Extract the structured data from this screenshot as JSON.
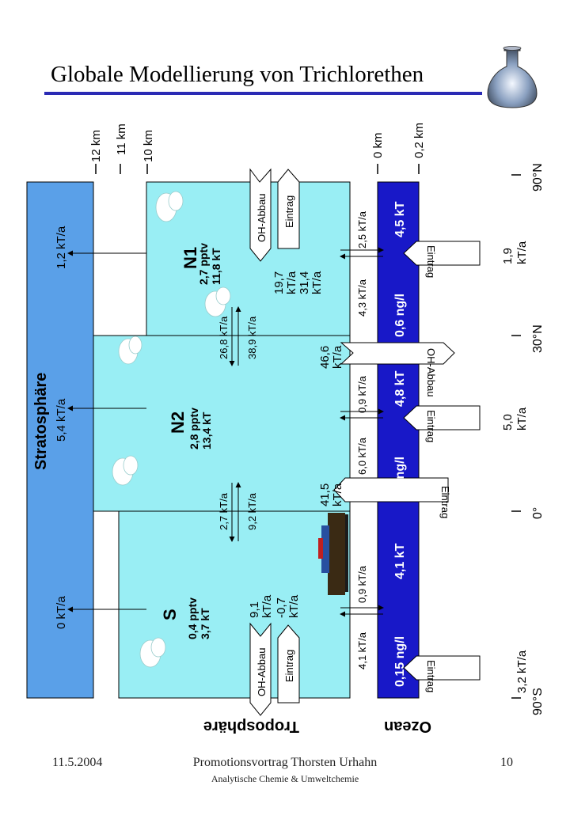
{
  "header": {
    "title": "Globale Modellierung von Trichlorethen",
    "logo_icon": "flask-icon"
  },
  "altitudes": [
    "12 km",
    "11 km",
    "10 km",
    "0 km",
    "0,2 km"
  ],
  "latitudes": [
    "90°N",
    "30°N",
    "0°",
    "90°S"
  ],
  "stratosphere": {
    "label": "Stratosphäre",
    "flux_n1": "1,2 kT/a",
    "flux_n2": "5,4 kT/a",
    "flux_s": "0 kT/a"
  },
  "boxes": {
    "n1": {
      "name": "N1",
      "conc": "2,7 pptv",
      "mass": "11,8 kT"
    },
    "n2": {
      "name": "N2",
      "conc": "2,8 pptv",
      "mass": "13,4 kT"
    },
    "s": {
      "name": "S",
      "conc": "0,4 pptv",
      "mass": "3,7 kT"
    }
  },
  "exchange": {
    "n1_n2_a": "26,8 kT/a",
    "n1_n2_b": "38,9 kT/a",
    "n2_s_a": "2,7 kT/a",
    "n2_s_b": "9,2 kT/a"
  },
  "processes": {
    "oh_abbau": "OH-Abbau",
    "eintrag": "Eintrag",
    "n1_oh_value": "19,7",
    "n1_oh_unit": "kT/a",
    "n1_ein_value": "31,4",
    "n1_ein_unit": "kT/a",
    "n2_oh_value": "46,6",
    "n2_oh_unit": "kT/a",
    "n2_ein_value": "41,5",
    "n2_ein_unit": "kT/a",
    "s_oh_value": "9,1",
    "s_oh_unit": "kT/a",
    "s_ein_value": "-0,7",
    "s_ein_unit": "kT/a"
  },
  "air_sea": {
    "n1_a": "2,5 kT/a",
    "n1_b": "4,3 kT/a",
    "n2_a": "0,9 kT/a",
    "n2_b": "6,0 kT/a",
    "s_a": "0,9 kT/a",
    "s_b": "4,1 kT/a"
  },
  "ocean": {
    "label": "Ozean",
    "n1_mass": "4,5 kT",
    "n1_conc": "0,6 ng/l",
    "n2_mass": "4,8 kT",
    "n2_conc": "0,5 ng/l",
    "s_mass": "4,1 kT",
    "s_conc": "0,15 ng/l"
  },
  "ocean_inputs": {
    "label": "Eintrag",
    "n1_value": "1,9",
    "n1_unit": "kT/a",
    "n2_value": "5,0",
    "n2_unit": "kT/a",
    "s_value": "3,2 kT/a"
  },
  "troposphere_label": "Troposphäre",
  "colors": {
    "stratosphere": "#5aa0e8",
    "troposphere": "#99eef4",
    "ocean": "#1818c8",
    "title_rule": "#2a2ab4"
  },
  "footer": {
    "date": "11.5.2004",
    "title": "Promotionsvortrag Thorsten Urhahn",
    "subtitle": "Analytische Chemie & Umweltchemie",
    "page": "10"
  }
}
